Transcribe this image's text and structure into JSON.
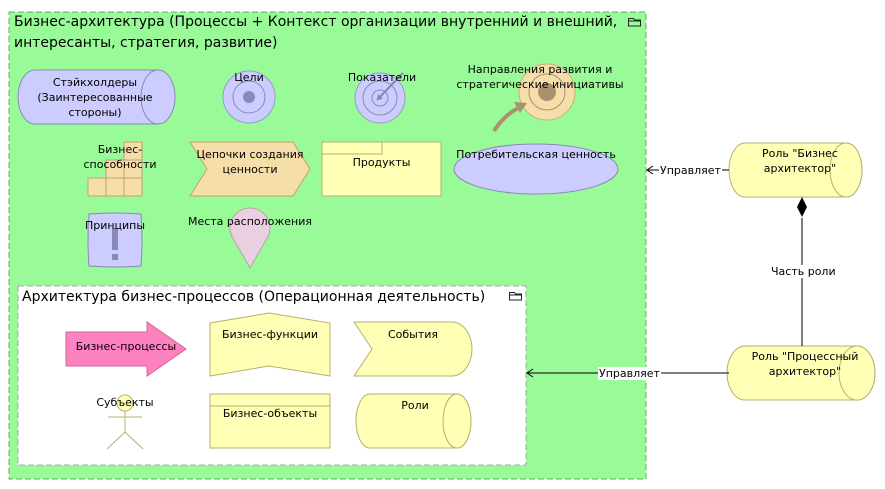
{
  "diagram": {
    "outer_group": {
      "title_line1": "Бизнес-архитектура (Процессы + Контекст организации внутренний и внешний,",
      "title_line2": "интересанты, стратегия, развитие)",
      "fill": "#98fb98",
      "icon": "folder-icon",
      "elements": {
        "stakeholders": "Стэйкхолдеры\n(Заинтересованные\nстороны)",
        "goals": "Цели",
        "metrics": "Показатели",
        "directions": "Направления развития и\nстратегические инициативы",
        "capabilities": "Бизнес-\nспособности",
        "value_streams": "Цепочки создания\nценности",
        "products": "Продукты",
        "customer_value": "Потребительская ценность",
        "principles": "Принципы",
        "locations": "Места расположения"
      }
    },
    "inner_group": {
      "title": "Архитектура бизнес-процессов (Операционная деятельность)",
      "fill": "#ffffff",
      "icon": "folder-icon",
      "elements": {
        "processes": "Бизнес-процессы",
        "functions": "Бизнес-функции",
        "events": "События",
        "actors": "Субъекты",
        "objects": "Бизнес-объекты",
        "roles": "Роли"
      }
    },
    "external_roles": {
      "business_architect": "Роль \"Бизнес\nархитектор\"",
      "process_architect": "Роль \"Процессный\nархитектор\""
    },
    "relations": {
      "manages_1": "Управляет",
      "manages_2": "Управляет",
      "part_of_role": "Часть роли"
    },
    "colors": {
      "motivation": "#ccccff",
      "strategy": "#f5deaa",
      "business": "#ffffb5",
      "process": "#ff82c0",
      "location": "#eacfe0"
    }
  }
}
